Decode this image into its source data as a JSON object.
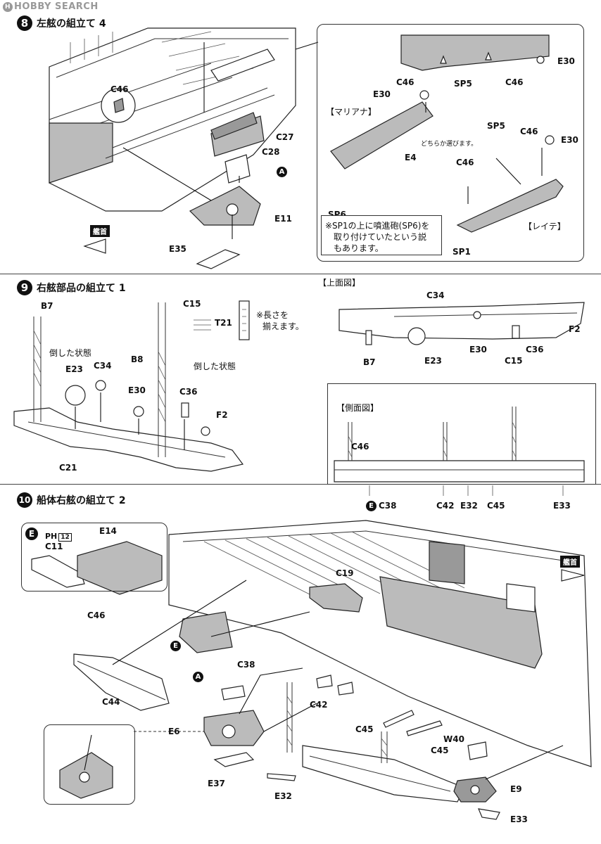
{
  "watermark": "HOBBY SEARCH",
  "steps": [
    {
      "num": "8",
      "title": "左舷の組立て 4"
    },
    {
      "num": "9",
      "title": "右舷部品の組立て 1"
    },
    {
      "num": "10",
      "title": "船体右舷の組立て 2"
    }
  ],
  "bow_label": "艦首",
  "marker_a": "A",
  "marker_e": "E",
  "step8": {
    "labels": {
      "c46": "C46",
      "c27": "C27",
      "c28": "C28",
      "e11": "E11",
      "e35": "E35"
    },
    "detail": {
      "labels": {
        "e30_top": "E30",
        "c46_left": "C46",
        "sp5_top": "SP5",
        "c46_right": "C46",
        "e30_mid": "E30",
        "e4": "E4",
        "sp5": "SP5",
        "c46_a": "C46",
        "e30_right": "E30",
        "c46_b": "C46",
        "sp1": "SP1"
      },
      "mariana": "【マリアナ】",
      "leyte": "【レイテ】",
      "choice_note": "どちらか選びます。",
      "sp6_title": "SP6",
      "sp6_note": [
        "※SP1の上に噴進砲(SP6)を",
        "取り付けていたという説",
        "もあります。"
      ]
    }
  },
  "step9": {
    "labels": {
      "b7": "B7",
      "e23": "E23",
      "c34": "C34",
      "c21": "C21",
      "c15": "C15",
      "t21": "T21",
      "b8": "B8",
      "e30": "E30",
      "c36": "C36",
      "f2": "F2"
    },
    "folded_state": "倒した状態",
    "length_note": [
      "※長さを",
      "揃えます。"
    ],
    "top_view": {
      "title": "【上面図】",
      "labels": {
        "c34": "C34",
        "f2": "F2",
        "b7": "B7",
        "e23": "E23",
        "e30": "E30",
        "c15": "C15",
        "c36": "C36"
      }
    },
    "side_view": {
      "title": "【側面図】",
      "labels": {
        "c46": "C46",
        "c38": "C38",
        "c42": "C42",
        "e32": "E32",
        "c45": "C45",
        "e33": "E33"
      }
    }
  },
  "step10": {
    "labels": {
      "ph": "PH",
      "ph_num": "12",
      "c11": "C11",
      "e14": "E14",
      "c19": "C19",
      "c46": "C46",
      "c38": "C38",
      "c44": "C44",
      "c42": "C42",
      "c45_a": "C45",
      "c45_b": "C45",
      "e6": "E6",
      "w40": "W40",
      "e37": "E37",
      "e32": "E32",
      "e9": "E9",
      "e33": "E33"
    }
  }
}
